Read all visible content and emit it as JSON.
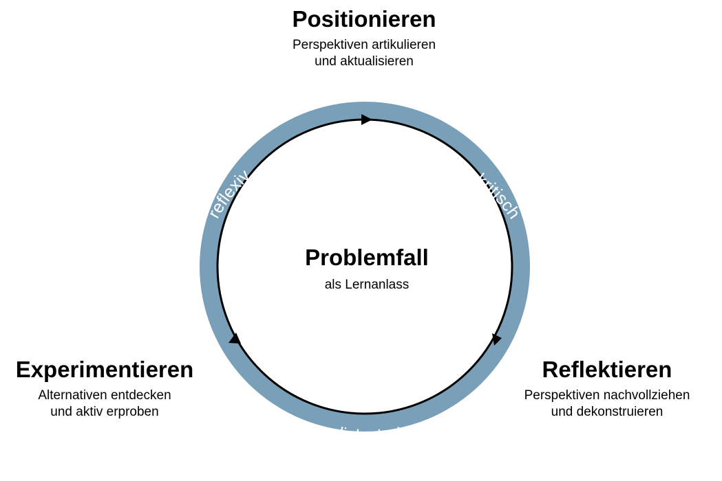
{
  "colors": {
    "ring": "#7a9fb8",
    "arrow": "#000000",
    "background": "#ffffff"
  },
  "nodes": {
    "top": {
      "title": "Positionieren",
      "line1": "Perspektiven artikulieren",
      "line2": "und aktualisieren"
    },
    "right": {
      "title": "Reflektieren",
      "line1": "Perspektiven nachvollziehen",
      "line2": "und dekonstruieren"
    },
    "left": {
      "title": "Experimentieren",
      "line1": "Alternativen entdecken",
      "line2": "und aktiv erproben"
    },
    "center": {
      "title": "Problemfall",
      "subtitle": "als Lernanlass"
    }
  },
  "ring_labels": {
    "upper_right": "kritisch",
    "bottom": "dialogisch",
    "upper_left": "reflexiv"
  }
}
